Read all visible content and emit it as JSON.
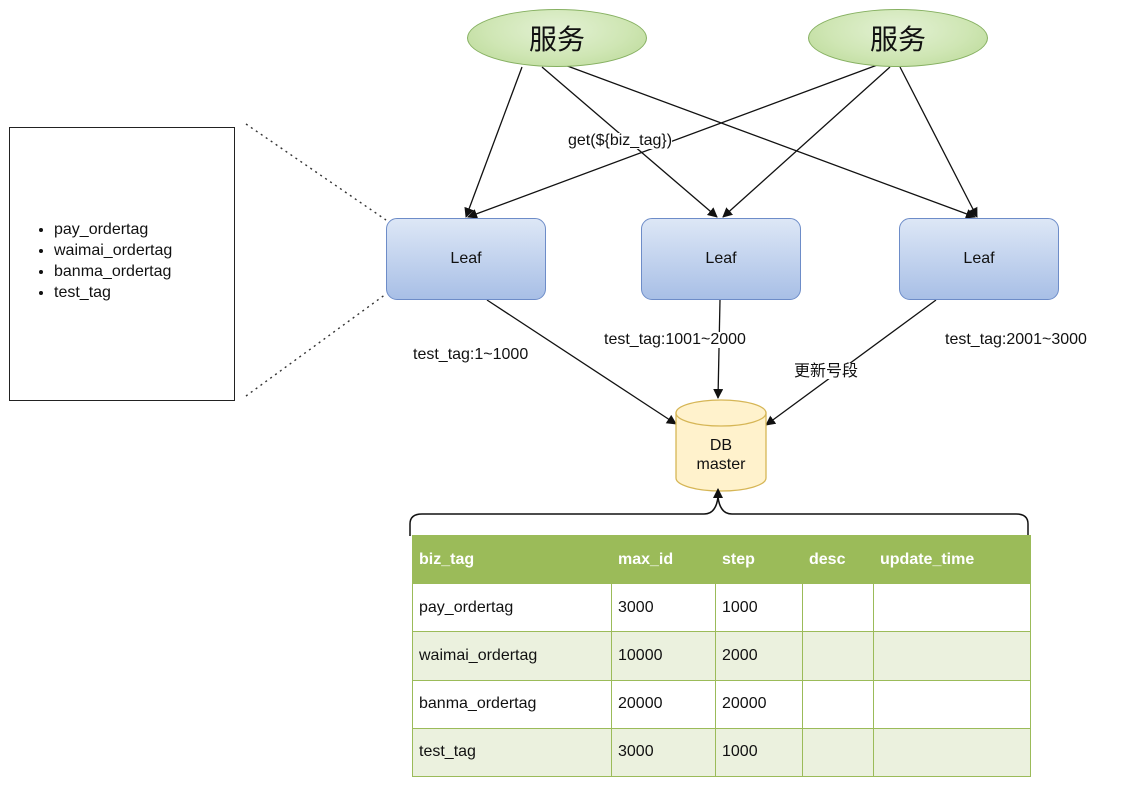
{
  "services": [
    {
      "id": "service-left",
      "label": "服务"
    },
    {
      "id": "service-right",
      "label": "服务"
    }
  ],
  "call_label": "get(${biz_tag})",
  "leaves": [
    {
      "id": "leaf-left",
      "label": "Leaf",
      "range_label": "test_tag:1~1000"
    },
    {
      "id": "leaf-middle",
      "label": "Leaf",
      "range_label": "test_tag:1001~2000"
    },
    {
      "id": "leaf-right",
      "label": "Leaf",
      "range_label": "test_tag:2001~3000"
    }
  ],
  "update_label": "更新号段",
  "db": {
    "line1": "DB",
    "line2": "master"
  },
  "tag_list": [
    "pay_ordertag",
    "waimai_ordertag",
    "banma_ordertag",
    "test_tag"
  ],
  "table": {
    "columns": [
      "biz_tag",
      "max_id",
      "step",
      "desc",
      "update_time"
    ],
    "rows": [
      [
        "pay_ordertag",
        "3000",
        "1000",
        "",
        ""
      ],
      [
        "waimai_ordertag",
        "10000",
        "2000",
        "",
        ""
      ],
      [
        "banma_ordertag",
        "20000",
        "20000",
        "",
        ""
      ],
      [
        "test_tag",
        "3000",
        "1000",
        "",
        ""
      ]
    ]
  },
  "colors": {
    "service_fill": "#d5e8d4",
    "leaf_fill": "#dae8fc",
    "db_fill": "#fff2cc",
    "table_header": "#9bbb59",
    "table_stripe": "#ebf1de"
  }
}
